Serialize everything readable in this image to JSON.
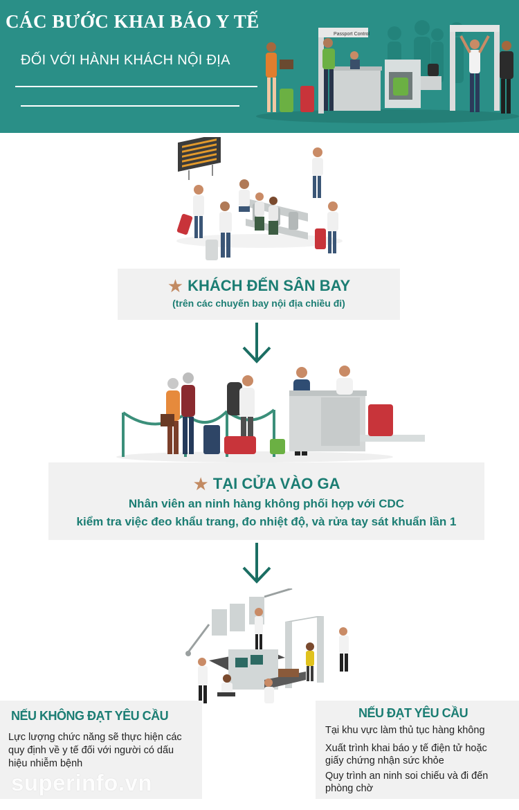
{
  "header": {
    "title": "CÁC BƯỚC KHAI BÁO Y TẾ",
    "subtitle": "ĐỐI VỚI HÀNH KHÁCH NỘI ĐỊA",
    "passport_sign": "Passport Control"
  },
  "step1": {
    "title": "KHÁCH ĐẾN SÂN BAY",
    "subtitle": "(trên các chuyến bay nội địa chiều đi)"
  },
  "step2": {
    "title": "TẠI CỬA VÀO GA",
    "line1": "Nhân viên an ninh hàng không phối hợp với CDC",
    "line2": "kiểm tra việc đeo khẩu trang, đo nhiệt độ, và rửa tay sát khuẩn lần 1"
  },
  "fail": {
    "title": "NẾU KHÔNG ĐẠT YÊU CẦU",
    "lines": [
      "Lực lượng chức năng sẽ thực hiện các",
      "quy định về y tế đối với người có dấu",
      "hiệu nhiễm bệnh"
    ]
  },
  "pass": {
    "title": "NẾU ĐẠT YÊU CẦU",
    "lines": [
      "Tại khu vực làm thủ tục hàng không",
      "Xuất trình khai báo y tế điện tử hoặc",
      "giấy chứng nhận sức khỏe",
      "Quy trình an ninh soi chiếu và đi đến",
      "phòng chờ"
    ]
  },
  "watermark": "superinfo.vn",
  "colors": {
    "header_bg": "#2a8f87",
    "accent_text": "#1b7d73",
    "box_bg": "#f1f1f1",
    "star": "#c28a62",
    "arrow": "#1b6e63"
  }
}
